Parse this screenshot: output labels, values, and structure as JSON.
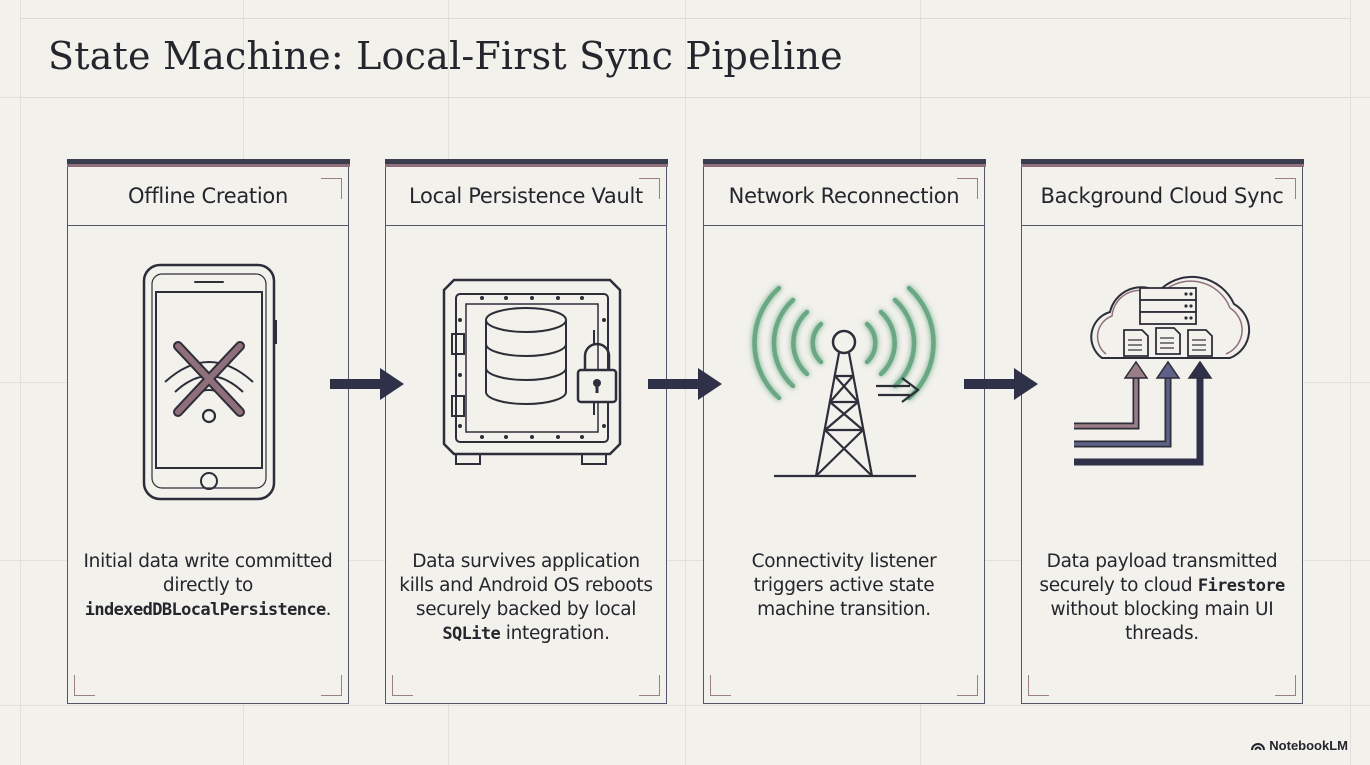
{
  "title": "State Machine: Local-First Sync Pipeline",
  "stages": [
    {
      "title": "Offline Creation",
      "desc_pre": "Initial data write committed directly to",
      "desc_code": "indexedDBLocalPersistence",
      "desc_post": "."
    },
    {
      "title": "Local Persistence Vault",
      "desc_pre": "Data survives application kills and Android OS reboots securely backed by local",
      "desc_code": "SQLite",
      "desc_post": "integration."
    },
    {
      "title": "Network Reconnection",
      "desc": "Connectivity listener triggers active state machine transition."
    },
    {
      "title": "Background Cloud Sync",
      "desc_pre": "Data payload transmitted securely to cloud",
      "desc_code": "Firestore",
      "desc_post": "without blocking main UI threads."
    }
  ],
  "brand": "NotebookLM",
  "colors": {
    "ink": "#2e2e3a",
    "arrow": "#2f3148",
    "accent_mauve": "#8f6f7a",
    "signal_green": "#6aa884",
    "background": "#f2f1ec"
  }
}
